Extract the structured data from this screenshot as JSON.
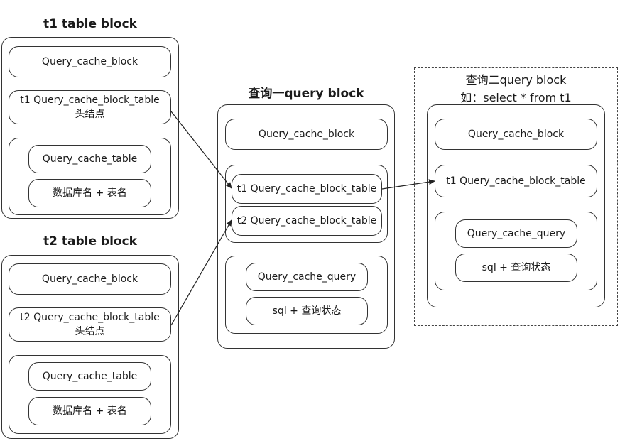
{
  "t1_block": {
    "title": "t1 table block",
    "cache_block": "Query_cache_block",
    "head_node_line1": "t1 Query_cache_block_table",
    "head_node_line2": "头结点",
    "cache_table": "Query_cache_table",
    "db_table_name": "数据库名 + 表名"
  },
  "t2_block": {
    "title": "t2 table block",
    "cache_block": "Query_cache_block",
    "head_node_line1": "t2 Query_cache_block_table",
    "head_node_line2": "头结点",
    "cache_table": "Query_cache_table",
    "db_table_name": "数据库名 + 表名"
  },
  "query1_block": {
    "title": "查询一query block",
    "cache_block": "Query_cache_block",
    "t1_block_table": "t1 Query_cache_block_table",
    "t2_block_table": "t2 Query_cache_block_table",
    "cache_query": "Query_cache_query",
    "sql_status": "sql + 查询状态"
  },
  "query2_block": {
    "title_line1": "查询二query block",
    "title_line2": "如：select * from t1",
    "cache_block": "Query_cache_block",
    "t1_block_table": "t1 Query_cache_block_table",
    "cache_query": "Query_cache_query",
    "sql_status": "sql + 查询状态"
  }
}
